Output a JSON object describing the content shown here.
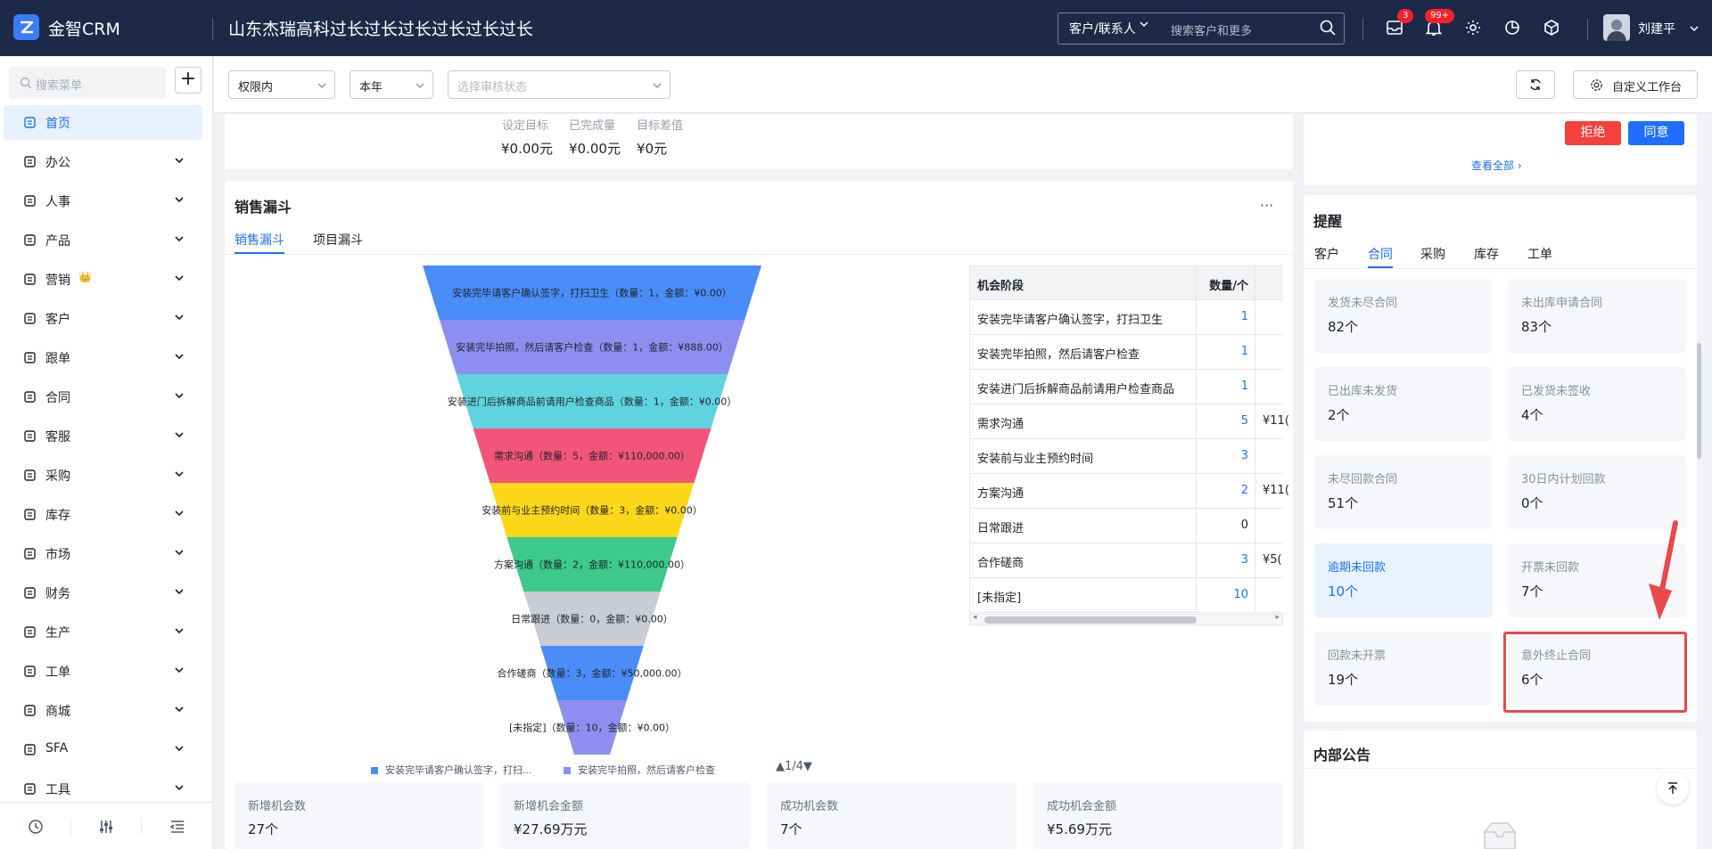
{
  "app": {
    "logo_text": "金智CRM",
    "company": "山东杰瑞高科过长过长过长过长过长过长"
  },
  "search": {
    "scope": "客户/联系人",
    "placeholder": "搜索客户和更多"
  },
  "notifications": {
    "badge1": "3",
    "badge2": "99+"
  },
  "user": {
    "name": "刘建平"
  },
  "sidebar": {
    "search_placeholder": "搜索菜单",
    "add": "+",
    "items": [
      {
        "label": "首页",
        "icon": "home-icon"
      },
      {
        "label": "办公",
        "icon": "office-icon"
      },
      {
        "label": "人事",
        "icon": "people-icon"
      },
      {
        "label": "产品",
        "icon": "box-icon"
      },
      {
        "label": "营销",
        "icon": "copy-icon",
        "extra": "👑"
      },
      {
        "label": "客户",
        "icon": "customer-icon"
      },
      {
        "label": "跟单",
        "icon": "follow-icon"
      },
      {
        "label": "合同",
        "icon": "contract-icon"
      },
      {
        "label": "客服",
        "icon": "service-icon"
      },
      {
        "label": "采购",
        "icon": "purchase-icon"
      },
      {
        "label": "库存",
        "icon": "warehouse-icon"
      },
      {
        "label": "市场",
        "icon": "market-icon"
      },
      {
        "label": "财务",
        "icon": "finance-icon"
      },
      {
        "label": "生产",
        "icon": "production-icon"
      },
      {
        "label": "工单",
        "icon": "ticket-icon"
      },
      {
        "label": "商城",
        "icon": "shop-icon"
      },
      {
        "label": "SFA",
        "icon": "sfa-icon"
      },
      {
        "label": "工具",
        "icon": "tool-icon"
      }
    ]
  },
  "filters": {
    "scope": "权限内",
    "period": "本年",
    "audit_placeholder": "选择审核状态",
    "customize": "自定义工作台"
  },
  "targets": {
    "labels": [
      "设定目标",
      "已完成量",
      "目标差值"
    ],
    "values": [
      "¥0.00元",
      "¥0.00元",
      "¥0元"
    ]
  },
  "funnel": {
    "title": "销售漏斗",
    "more": "···",
    "tabs": [
      "销售漏斗",
      "项目漏斗"
    ],
    "stages": [
      {
        "label": "安装完毕请客户确认签字，打扫卫生（数量：1，金额：¥0.00）",
        "color": "#4a8df8"
      },
      {
        "label": "安装完毕拍照，然后请客户检查（数量：1，金额：¥888.00）",
        "color": "#8c8ff0"
      },
      {
        "label": "安装进门后拆解商品前请用户检查商品（数量：1，金额：¥0.00）",
        "color": "#5fd4e0"
      },
      {
        "label": "需求沟通（数量：5，金额：¥110,000.00）",
        "color": "#f25578"
      },
      {
        "label": "安装前与业主预约时间（数量：3，金额：¥0.00）",
        "color": "#fdd71a"
      },
      {
        "label": "方案沟通（数量：2，金额：¥110,000.00）",
        "color": "#3cc98b"
      },
      {
        "label": "日常跟进（数量：0，金额：¥0.00）",
        "color": "#c9ccd4"
      },
      {
        "label": "合作磋商（数量：3，金额：¥50,000.00）",
        "color": "#4a8df8"
      },
      {
        "label": "[未指定]（数量：10，金额：¥0.00）",
        "color": "#8c8ff0"
      }
    ],
    "legend": [
      {
        "label": "安装完毕请客户确认签字，打扫...",
        "color": "#4a8df8"
      },
      {
        "label": "安装完毕拍照，然后请客户检查",
        "color": "#8c8ff0"
      }
    ],
    "pager": "▲1/4▼",
    "table": {
      "headers": [
        "机会阶段",
        "数量/个"
      ],
      "rows": [
        {
          "stage": "安装完毕请客户确认签字，打扫卫生",
          "count": "1",
          "amount": ""
        },
        {
          "stage": "安装完毕拍照，然后请客户检查",
          "count": "1",
          "amount": ""
        },
        {
          "stage": "安装进门后拆解商品前请用户检查商品",
          "count": "1",
          "amount": ""
        },
        {
          "stage": "需求沟通",
          "count": "5",
          "amount": "¥11("
        },
        {
          "stage": "安装前与业主预约时间",
          "count": "3",
          "amount": ""
        },
        {
          "stage": "方案沟通",
          "count": "2",
          "amount": "¥11("
        },
        {
          "stage": "日常跟进",
          "count": "0",
          "amount": ""
        },
        {
          "stage": "合作磋商",
          "count": "3",
          "amount": "¥5("
        },
        {
          "stage": "[未指定]",
          "count": "10",
          "amount": ""
        }
      ]
    },
    "stats": [
      {
        "label": "新增机会数",
        "value": "27个"
      },
      {
        "label": "新增机会金额",
        "value": "¥27.69万元"
      },
      {
        "label": "成功机会数",
        "value": "7个"
      },
      {
        "label": "成功机会金额",
        "value": "¥5.69万元"
      }
    ]
  },
  "approval": {
    "reject": "拒绝",
    "agree": "同意",
    "view_all": "查看全部 ›"
  },
  "reminders": {
    "title": "提醒",
    "tabs": [
      "客户",
      "合同",
      "采购",
      "库存",
      "工单"
    ],
    "tiles": [
      {
        "label": "发货未尽合同",
        "value": "82个"
      },
      {
        "label": "未出库申请合同",
        "value": "83个"
      },
      {
        "label": "已出库未发货",
        "value": "2个"
      },
      {
        "label": "已发货未签收",
        "value": "4个"
      },
      {
        "label": "未尽回款合同",
        "value": "51个"
      },
      {
        "label": "30日内计划回款",
        "value": "0个"
      },
      {
        "label": "逾期未回款",
        "value": "10个"
      },
      {
        "label": "开票未回款",
        "value": "7个"
      },
      {
        "label": "回款未开票",
        "value": "19个"
      },
      {
        "label": "意外终止合同",
        "value": "6个"
      }
    ]
  },
  "announcement": {
    "title": "内部公告"
  },
  "colors": {
    "primary": "#1e6fff",
    "topbar": "#1c2a47",
    "reject": "#f5403d",
    "highlight": "#e84a4a"
  }
}
